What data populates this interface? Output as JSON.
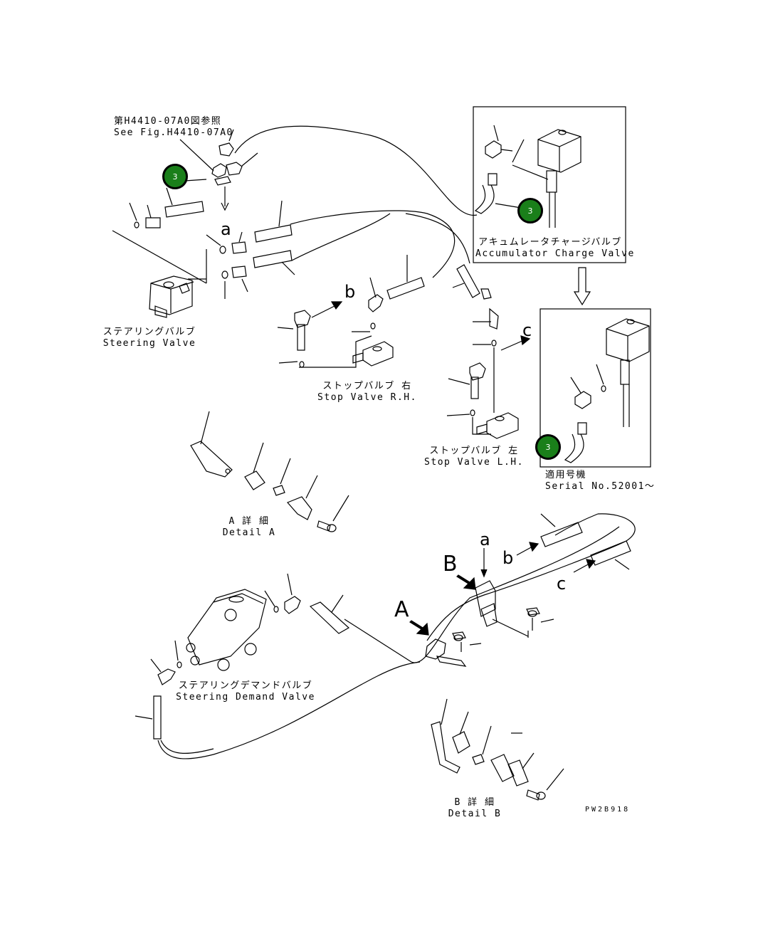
{
  "colors": {
    "line": "#000000",
    "badge": "#1a7f1a",
    "badge_text": "#ffffff",
    "background": "#ffffff"
  },
  "ref": {
    "jp": "第H4410-07A0図参照",
    "en": "See Fig.H4410-07A0"
  },
  "badges": [
    {
      "label": "3"
    },
    {
      "label": "3"
    },
    {
      "label": "3"
    }
  ],
  "accumulator": {
    "jp": "アキュムレータチャージバルブ",
    "en": "Accumulator Charge Valve"
  },
  "serial": {
    "jp": "適用号機",
    "en": "Serial No.52001～"
  },
  "steering_valve": {
    "jp": "ステアリングバルブ",
    "en": "Steering Valve"
  },
  "stop_rh": {
    "jp": "ストップバルブ 右",
    "en": "Stop Valve R.H."
  },
  "stop_lh": {
    "jp": "ストップバルブ 左",
    "en": "Stop Valve L.H."
  },
  "detail_a": {
    "jp": "A 詳 細",
    "en": "Detail A"
  },
  "detail_b": {
    "jp": "B 詳 細",
    "en": "Detail B"
  },
  "demand_valve": {
    "jp": "ステアリングデマンドバルブ",
    "en": "Steering Demand Valve"
  },
  "letters": {
    "a": "a",
    "b": "b",
    "c": "c",
    "A": "A",
    "B": "B"
  },
  "figure_code": "PW2B918"
}
